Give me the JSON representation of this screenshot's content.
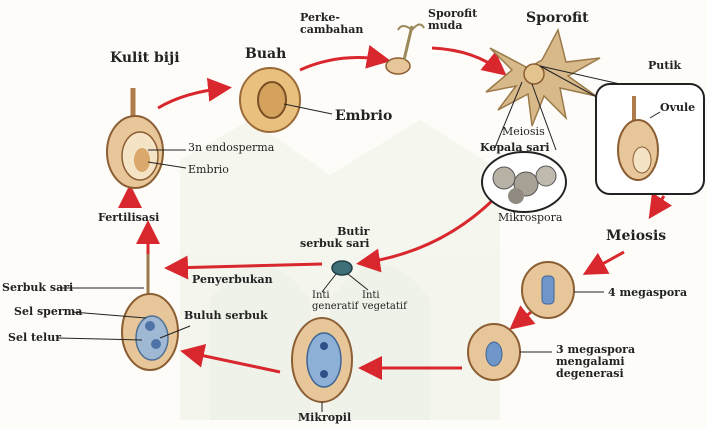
{
  "labels": {
    "kulit_biji": "Kulit biji",
    "buah": "Buah",
    "embrio_fruit": "Embrio",
    "perkecambahan": "Perke-\ncambahan",
    "sporofit_muda": "Sporofit\nmuda",
    "sporofit": "Sporofit",
    "putik": "Putik",
    "ovule": "Ovule",
    "endosperma": "3n endosperma",
    "embrio_seed": "Embrio",
    "meiosis_top": "Meiosis",
    "kepala_sari": "Kepala sari",
    "mikrospora": "Mikrospora",
    "fertilisasi": "Fertilisasi",
    "butir_serbuk_sari": "Butir\nserbuk sari",
    "meiosis": "Meiosis",
    "serbuk_sari": "Serbuk sari",
    "penyerbukan": "Penyerbukan",
    "inti_generatif": "Inti\ngeneratif",
    "inti_vegetatif": "Inti\nvegetatif",
    "sel_sperma": "Sel sperma",
    "buluh_serbuk": "Buluh serbuk",
    "sel_telur": "Sel telur",
    "empat_megaspora": "4 megaspora",
    "tiga_megaspora": "3 megaspora\nmengalami\ndegenerasi",
    "mikropil": "Mikropil"
  },
  "colors": {
    "arrow": "#d9272e",
    "tissue": "#e7c79a",
    "tissue_dark": "#b07b4a",
    "nucleus": "#6f96c8",
    "watermark": "#e9efe0"
  }
}
